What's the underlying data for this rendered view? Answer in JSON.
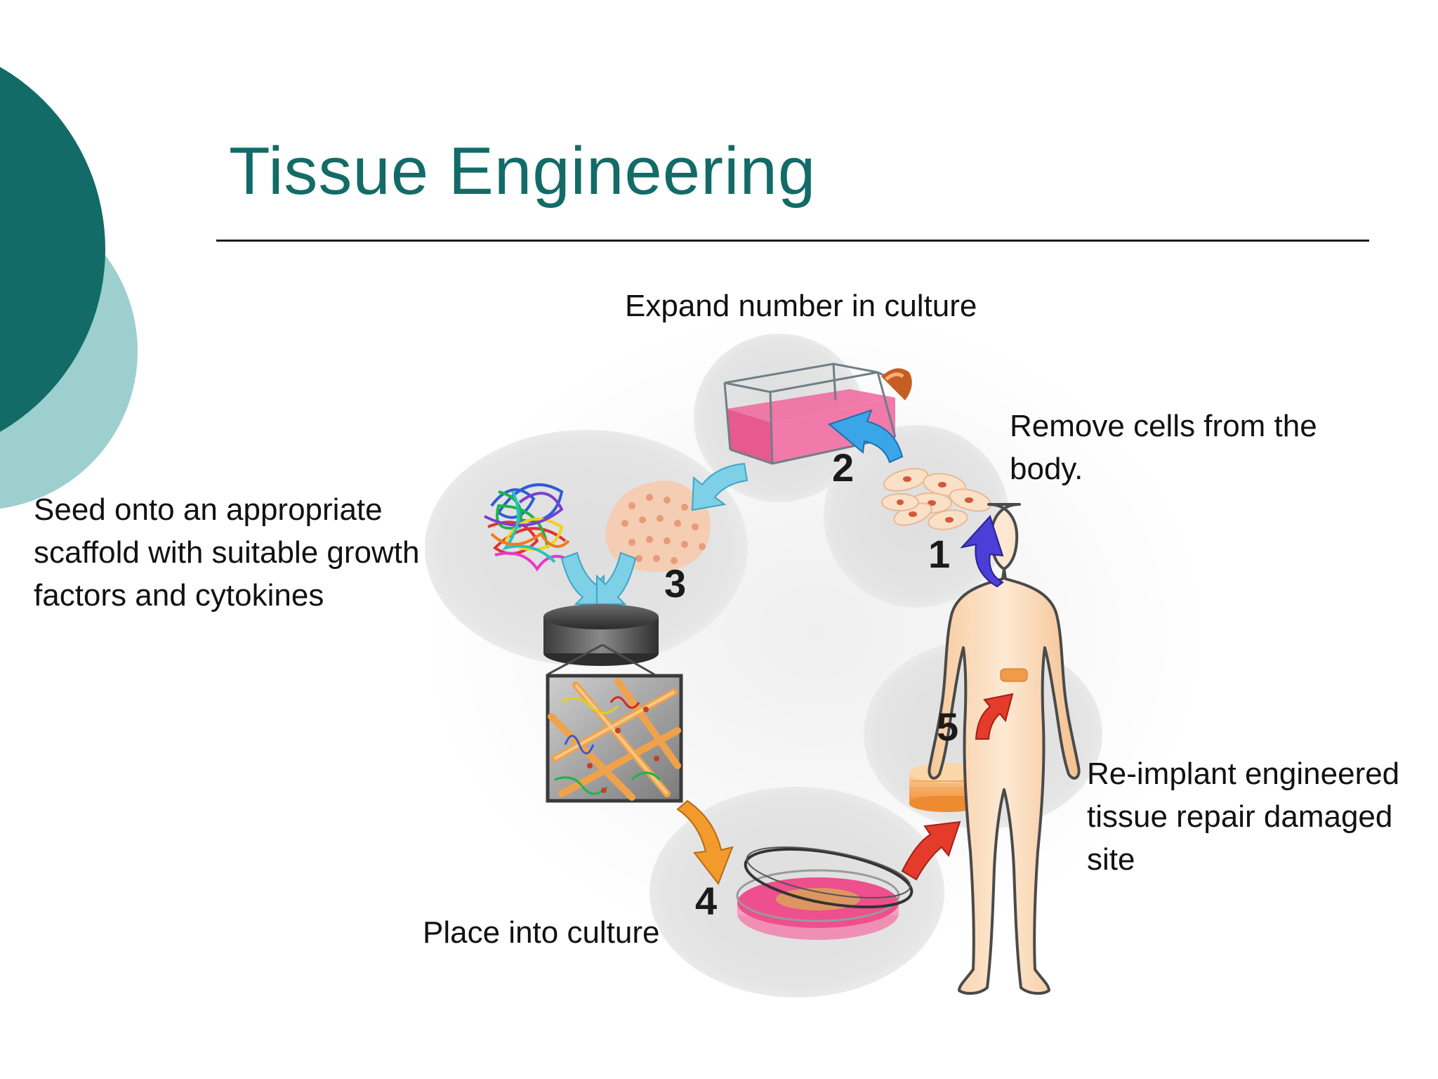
{
  "slide": {
    "title": "Tissue Engineering",
    "accent_dark": "#136b67",
    "accent_light": "#9dcfcf"
  },
  "diagram": {
    "steps": [
      {
        "number": "1",
        "label": "Remove cells from the\nbody.",
        "arrow_color": "#4b3fd8"
      },
      {
        "number": "2",
        "label": "Expand number in culture",
        "arrow_color": "#3aa6e8"
      },
      {
        "number": "3",
        "label": "Seed onto an appropriate\nscaffold with suitable growth\nfactors and cytokines",
        "arrow_color": "#7ed0e6"
      },
      {
        "number": "4",
        "label": "Place into culture",
        "arrow_color": "#f39a2c"
      },
      {
        "number": "5",
        "label": "Re-implant engineered\ntissue repair damaged\nsite",
        "arrow_color": "#e53b2b"
      }
    ]
  }
}
